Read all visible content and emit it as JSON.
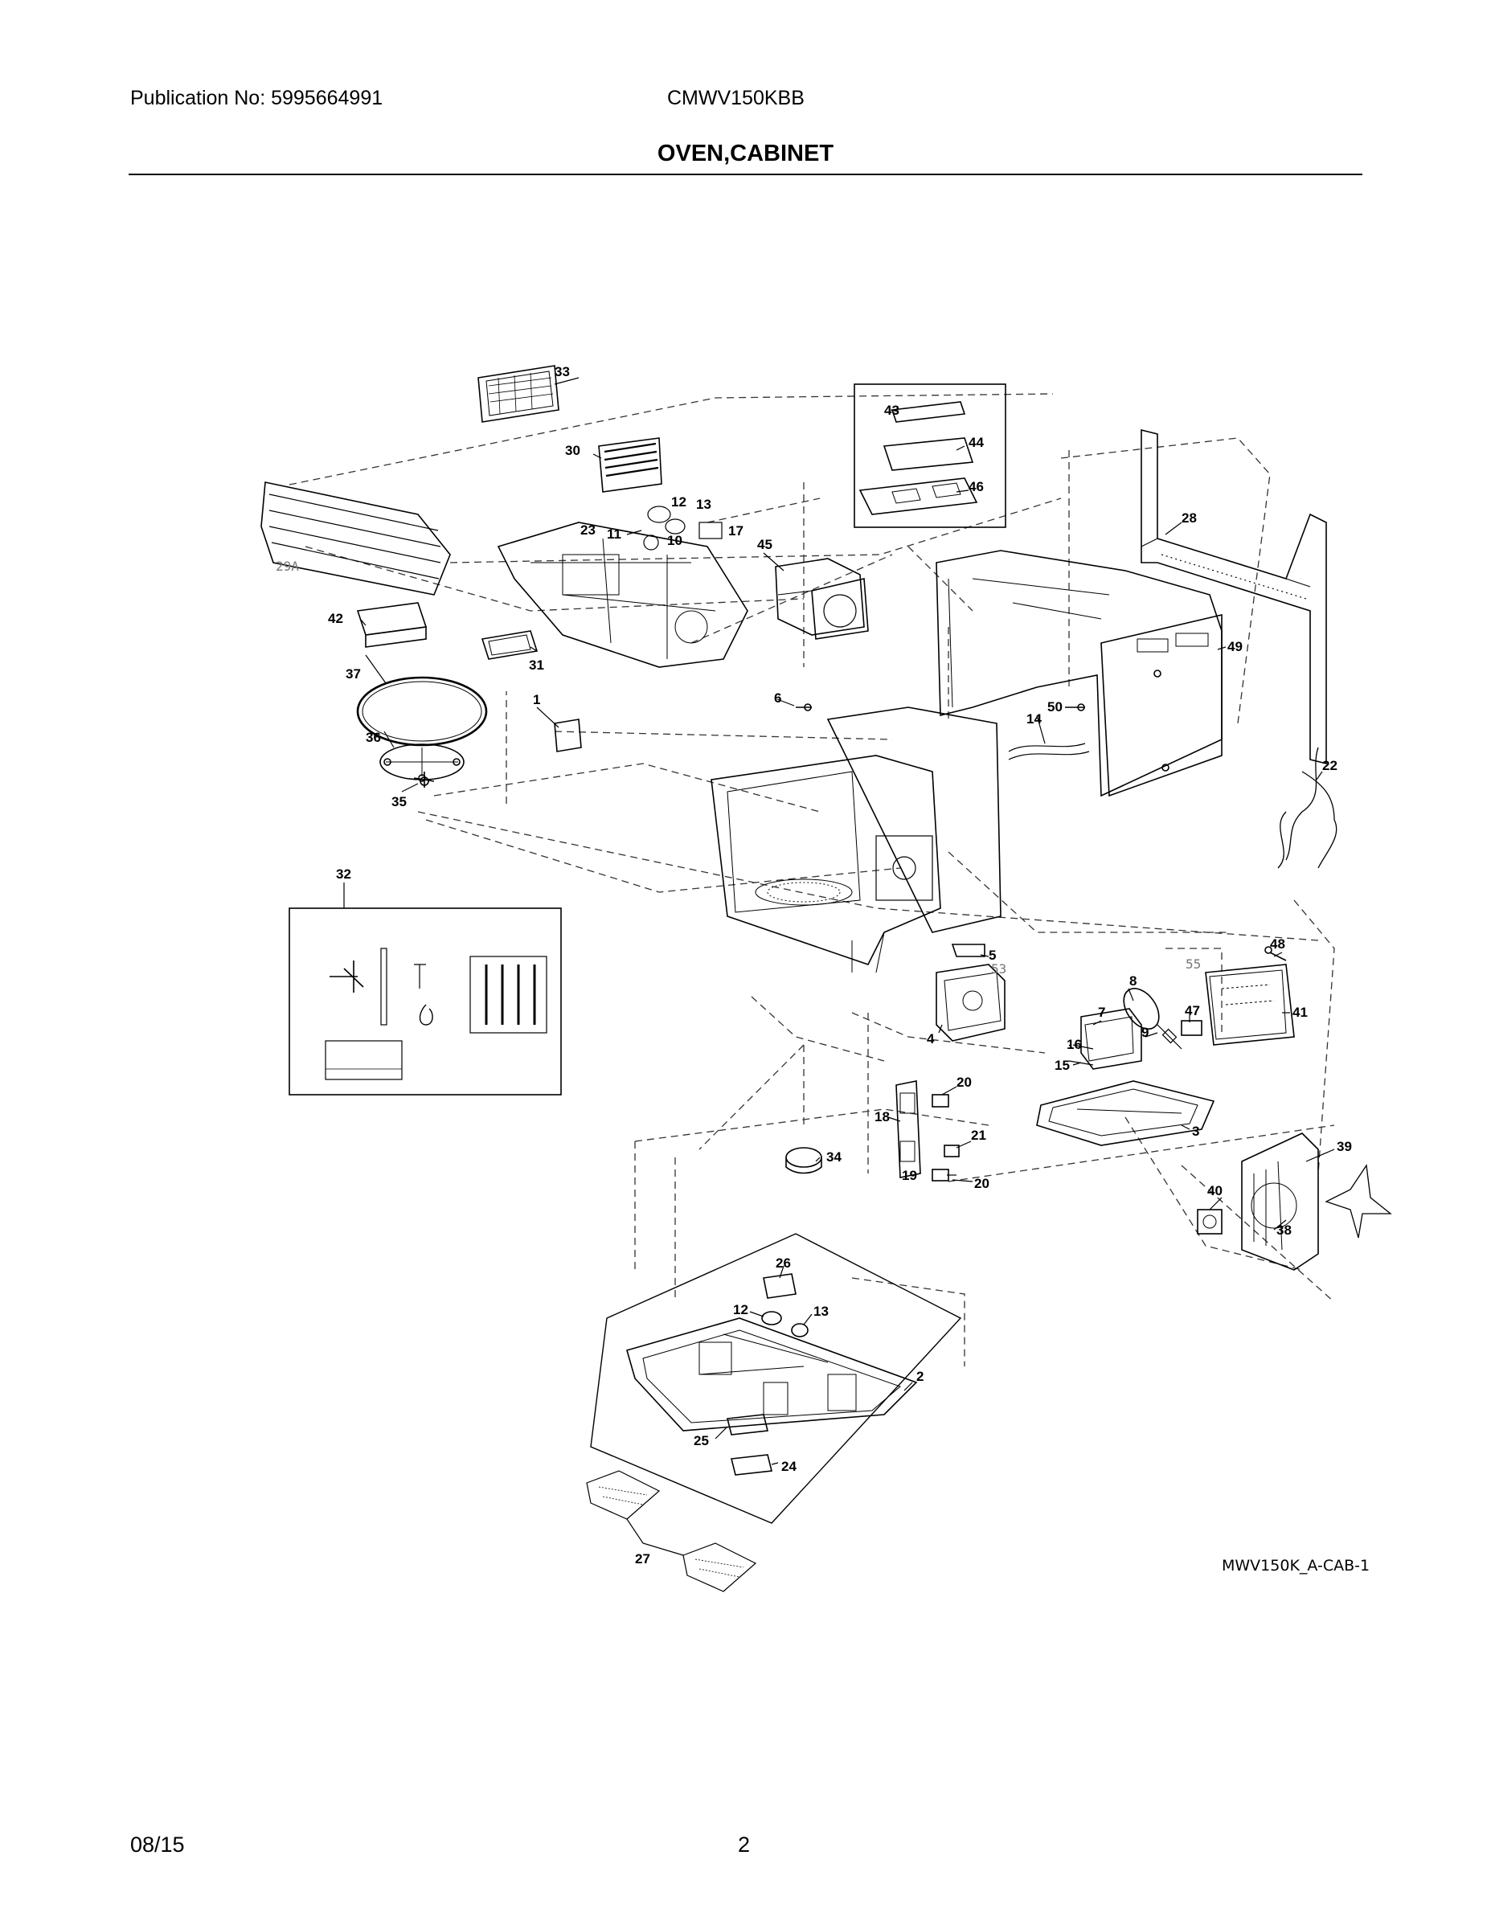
{
  "header": {
    "publication": "Publication No: 5995664991",
    "model": "CMWV150KBB",
    "title": "OVEN,CABINET"
  },
  "diagram": {
    "reference": "MWV150K_A-CAB-1",
    "part_labels": [
      {
        "id": "33",
        "text": "33"
      },
      {
        "id": "30",
        "text": "30"
      },
      {
        "id": "29A",
        "text": "29A"
      },
      {
        "id": "12a",
        "text": "12"
      },
      {
        "id": "13a",
        "text": "13"
      },
      {
        "id": "11",
        "text": "11"
      },
      {
        "id": "10",
        "text": "10"
      },
      {
        "id": "17",
        "text": "17"
      },
      {
        "id": "23",
        "text": "23"
      },
      {
        "id": "42",
        "text": "42"
      },
      {
        "id": "31",
        "text": "31"
      },
      {
        "id": "37",
        "text": "37"
      },
      {
        "id": "36",
        "text": "36"
      },
      {
        "id": "35",
        "text": "35"
      },
      {
        "id": "1",
        "text": "1"
      },
      {
        "id": "43",
        "text": "43"
      },
      {
        "id": "44",
        "text": "44"
      },
      {
        "id": "46",
        "text": "46"
      },
      {
        "id": "45",
        "text": "45"
      },
      {
        "id": "28",
        "text": "28"
      },
      {
        "id": "49",
        "text": "49"
      },
      {
        "id": "6",
        "text": "6"
      },
      {
        "id": "50",
        "text": "50"
      },
      {
        "id": "14",
        "text": "14"
      },
      {
        "id": "22",
        "text": "22"
      },
      {
        "id": "32",
        "text": "32"
      },
      {
        "id": "5",
        "text": "5"
      },
      {
        "id": "53",
        "text": "53"
      },
      {
        "id": "4",
        "text": "4"
      },
      {
        "id": "48",
        "text": "48"
      },
      {
        "id": "55",
        "text": "55"
      },
      {
        "id": "8",
        "text": "8"
      },
      {
        "id": "47",
        "text": "47"
      },
      {
        "id": "41",
        "text": "41"
      },
      {
        "id": "7",
        "text": "7"
      },
      {
        "id": "9",
        "text": "9"
      },
      {
        "id": "16",
        "text": "16"
      },
      {
        "id": "15",
        "text": "15"
      },
      {
        "id": "3",
        "text": "3"
      },
      {
        "id": "20a",
        "text": "20"
      },
      {
        "id": "18",
        "text": "18"
      },
      {
        "id": "21",
        "text": "21"
      },
      {
        "id": "19",
        "text": "19"
      },
      {
        "id": "20b",
        "text": "20"
      },
      {
        "id": "34",
        "text": "34"
      },
      {
        "id": "39",
        "text": "39"
      },
      {
        "id": "40",
        "text": "40"
      },
      {
        "id": "38",
        "text": "38"
      },
      {
        "id": "26",
        "text": "26"
      },
      {
        "id": "12b",
        "text": "12"
      },
      {
        "id": "13b",
        "text": "13"
      },
      {
        "id": "2",
        "text": "2"
      },
      {
        "id": "25",
        "text": "25"
      },
      {
        "id": "24",
        "text": "24"
      },
      {
        "id": "27",
        "text": "27"
      }
    ]
  },
  "footer": {
    "date": "08/15",
    "page": "2"
  }
}
